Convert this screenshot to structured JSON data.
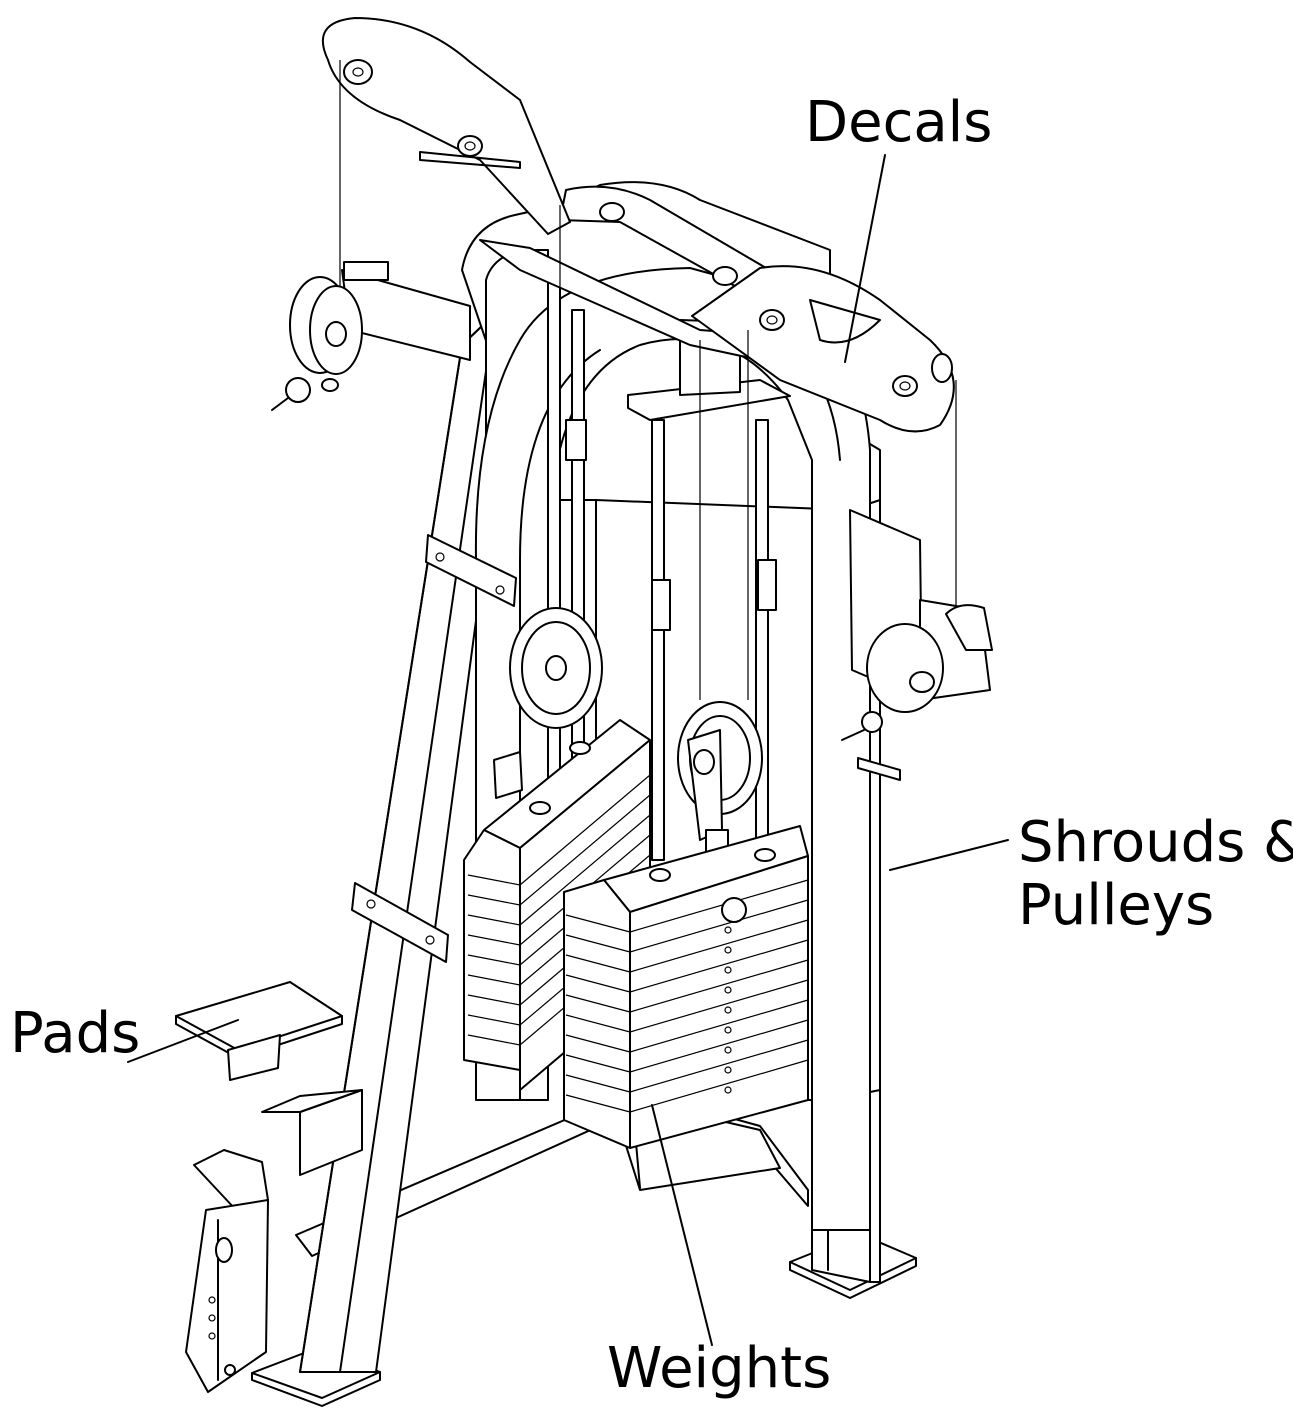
{
  "labels": {
    "decals": "Decals",
    "shrouds_pulleys": "Shrouds &\nPulleys",
    "pads": "Pads",
    "weights": "Weights"
  },
  "colors": {
    "line": "#000000",
    "background": "#ffffff"
  }
}
